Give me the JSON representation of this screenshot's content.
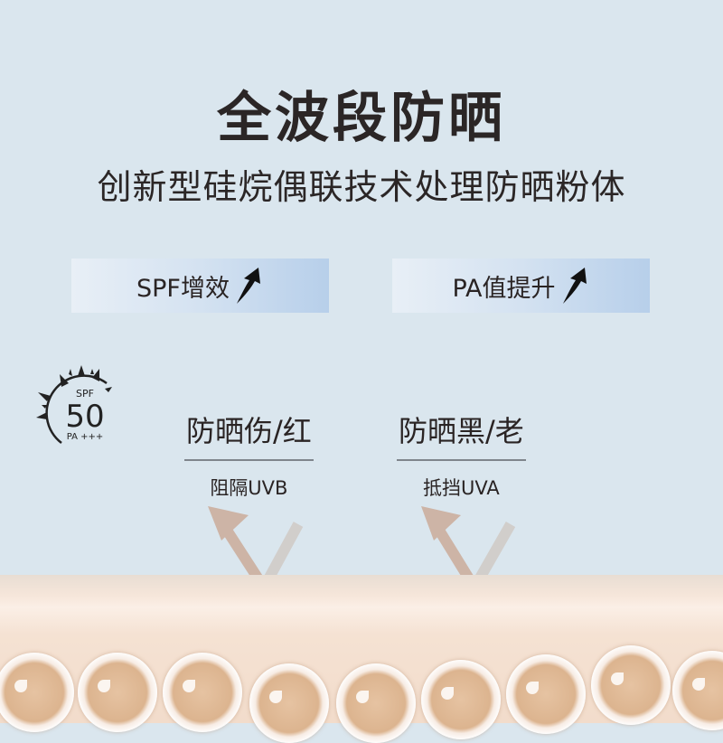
{
  "title": "全波段防晒",
  "subtitle": "创新型硅烷偶联技术处理防晒粉体",
  "pills": [
    {
      "label": "SPF增效",
      "icon": "up-arrow-icon"
    },
    {
      "label": "PA值提升",
      "icon": "up-arrow-icon"
    }
  ],
  "badge": {
    "top": "SPF",
    "value": "50",
    "bottom": "PA +++"
  },
  "features": [
    {
      "heading": "防晒伤/红",
      "sub": "阻隔UVB"
    },
    {
      "heading": "防晒黑/老",
      "sub": "抵挡UVA"
    }
  ],
  "colors": {
    "background": "#dae6ee",
    "pill_end": "#b7cfea",
    "arrow": "#c9a48e"
  }
}
